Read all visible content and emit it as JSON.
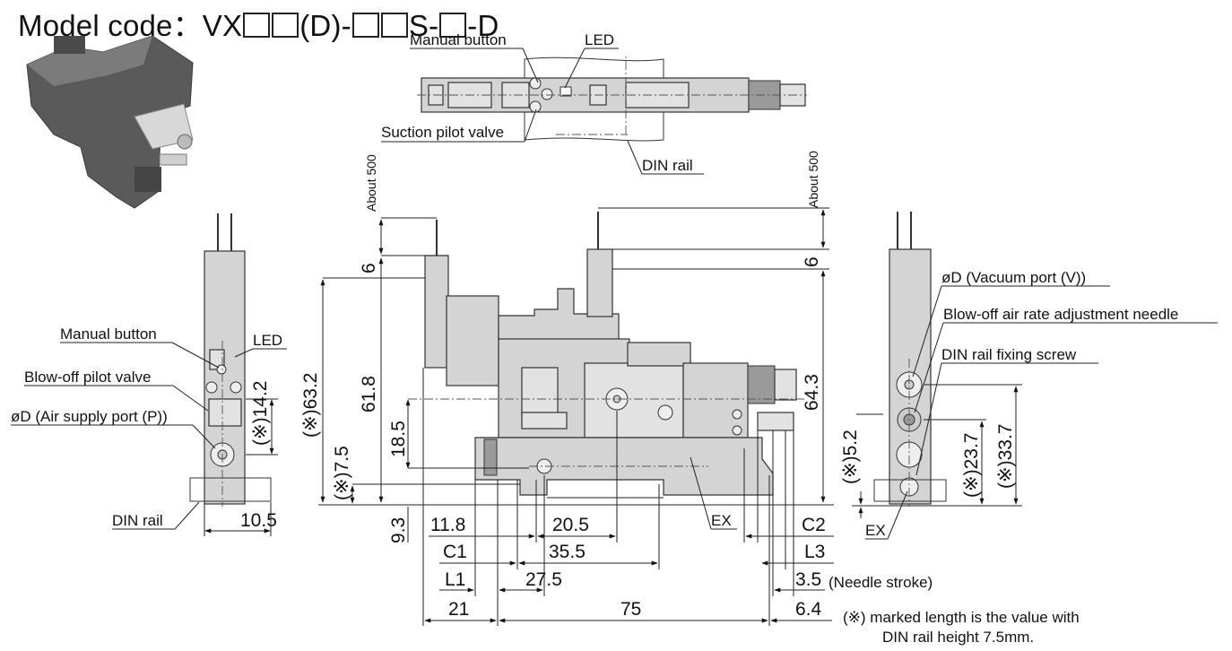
{
  "title": {
    "prefix": "Model code：VX",
    "part_d": "(D)-",
    "part_s": "S-",
    "part_end": "-D"
  },
  "labels": {
    "manual_button_top": "Manual button",
    "led_top": "LED",
    "suction_pilot_valve": "Suction pilot valve",
    "din_rail_top": "DIN rail",
    "manual_button_left": "Manual button",
    "led_left": "LED",
    "blowoff_pilot_valve": "Blow-off pilot valve",
    "air_supply_port": "øD (Air supply port (P))",
    "din_rail_left": "DIN rail",
    "vacuum_port": "øD (Vacuum port (V))",
    "blowoff_needle": "Blow-off air rate adjustment needle",
    "din_fixing_screw": "DIN rail fixing screw",
    "ex_center": "EX",
    "ex_right": "EX",
    "about_500_left": "About 500",
    "about_500_right": "About 500"
  },
  "dimensions": {
    "d_6_left": "6",
    "d_6_right": "6",
    "d_63_2": "(※)63.2",
    "d_61_8": "61.8",
    "d_64_3": "64.3",
    "d_18_5": "18.5",
    "d_7_5": "(※)7.5",
    "d_9_3": "9.3",
    "d_11_8": "11.8",
    "d_20_5": "20.5",
    "d_c1": "C1",
    "d_35_5": "35.5",
    "d_l1": "L1",
    "d_27_5": "27.5",
    "d_21": "21",
    "d_75": "75",
    "d_c2": "C2",
    "d_l3": "L3",
    "d_3_5": "3.5",
    "needle_stroke": "(Needle stroke)",
    "d_6_4": "6.4",
    "d_14_2": "(※)14.2",
    "d_10_5": "10.5",
    "d_5_2": "(※)5.2",
    "d_23_7": "(※)23.7",
    "d_33_7": "(※)33.7"
  },
  "note": {
    "line1": "(※) marked length is the value with",
    "line2": "DIN rail height 7.5mm."
  },
  "icons": [
    "product-photo",
    "manual-button-icon",
    "led-icon"
  ]
}
